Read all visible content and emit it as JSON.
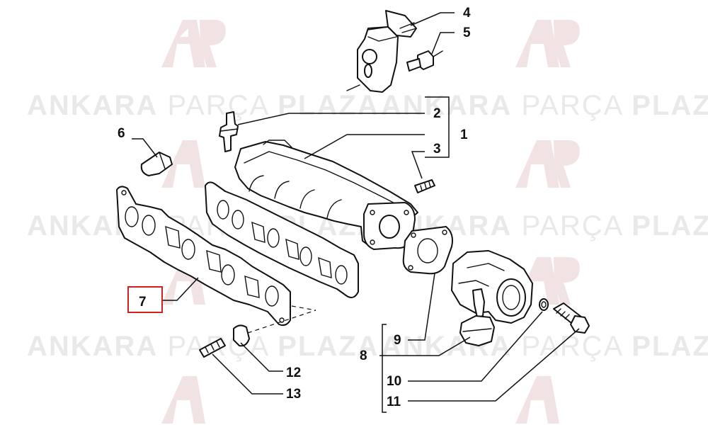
{
  "watermark": {
    "word1": "ANKARA",
    "word2": "PARÇA",
    "word3": "PLAZA",
    "logo": "AP"
  },
  "labels": [
    {
      "id": "1",
      "text": "1"
    },
    {
      "id": "2",
      "text": "2"
    },
    {
      "id": "3",
      "text": "3"
    },
    {
      "id": "4",
      "text": "4"
    },
    {
      "id": "5",
      "text": "5"
    },
    {
      "id": "6",
      "text": "6"
    },
    {
      "id": "7",
      "text": "7"
    },
    {
      "id": "8",
      "text": "8"
    },
    {
      "id": "9",
      "text": "9"
    },
    {
      "id": "10",
      "text": "10"
    },
    {
      "id": "11",
      "text": "11"
    },
    {
      "id": "12",
      "text": "12"
    },
    {
      "id": "13",
      "text": "13"
    }
  ],
  "highlighted_label": "7",
  "colors": {
    "highlight": "#d42020",
    "line": "#111111",
    "watermark": "#e9e9e9"
  }
}
